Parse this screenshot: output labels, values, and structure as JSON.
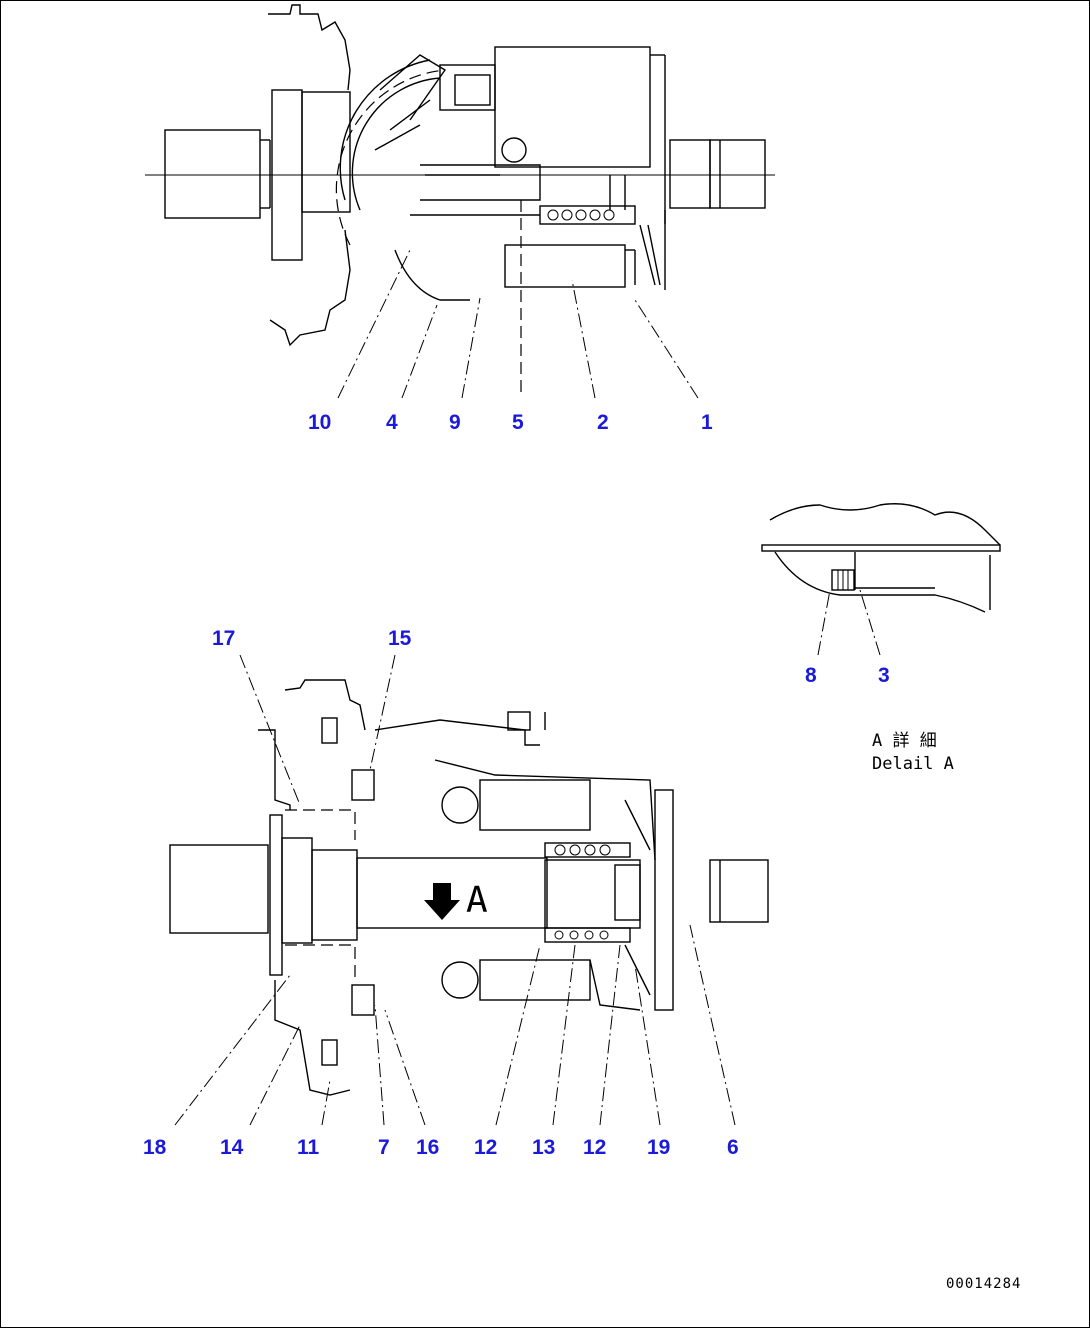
{
  "top_view": {
    "callouts": [
      {
        "label": "10"
      },
      {
        "label": "4"
      },
      {
        "label": "9"
      },
      {
        "label": "5"
      },
      {
        "label": "2"
      },
      {
        "label": "1"
      }
    ]
  },
  "bottom_view": {
    "view_mark": "A",
    "callouts": [
      {
        "label": "17"
      },
      {
        "label": "15"
      },
      {
        "label": "18"
      },
      {
        "label": "14"
      },
      {
        "label": "11"
      },
      {
        "label": "7"
      },
      {
        "label": "16"
      },
      {
        "label": "12"
      },
      {
        "label": "13"
      },
      {
        "label": "12"
      },
      {
        "label": "19"
      },
      {
        "label": "6"
      }
    ]
  },
  "detail": {
    "callouts": [
      {
        "label": "8"
      },
      {
        "label": "3"
      }
    ],
    "title_jp": "A 詳 細",
    "title_en": "Delail A"
  },
  "drawing_number": "00014284"
}
